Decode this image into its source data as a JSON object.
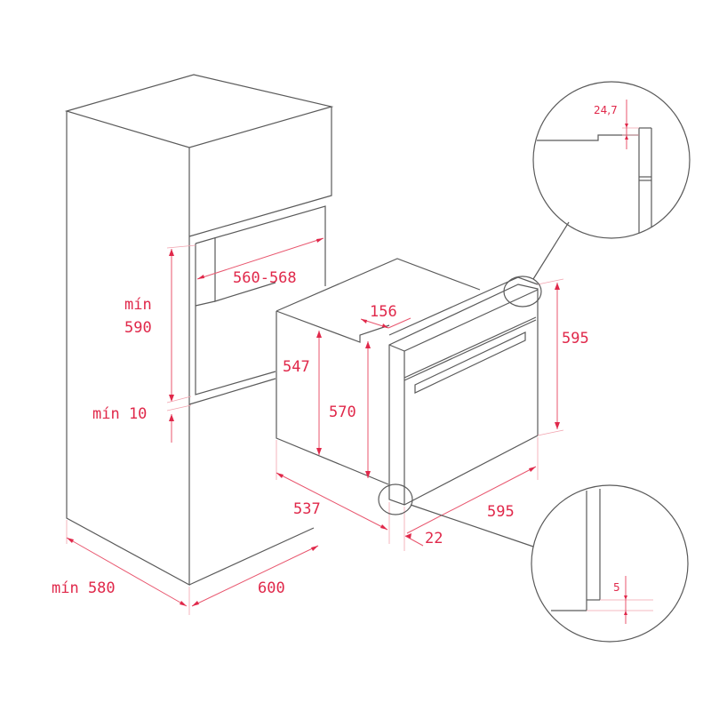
{
  "diagram": {
    "type": "oven-installation-dimensions",
    "units": "mm",
    "colors": {
      "line": "#5a5a5a",
      "dimension": "#e0284a",
      "background": "#ffffff"
    },
    "cabinet": {
      "niche_width": "560-568",
      "niche_height_label_1": "mín",
      "niche_height_label_2": "590",
      "bottom_gap": "mín 10",
      "depth": "mín 580",
      "width": "600"
    },
    "oven": {
      "body_height": "547",
      "front_offset": "156",
      "frame_height": "570",
      "total_height": "595",
      "body_depth": "537",
      "total_width": "595",
      "door_thickness": "22"
    },
    "details": {
      "top_detail_gap": "24,7",
      "bottom_detail_gap": "5"
    }
  }
}
